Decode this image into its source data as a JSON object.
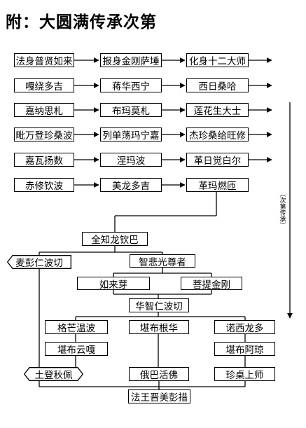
{
  "title": "附：大圆满传承次第",
  "side_label": "（次第传承）",
  "rows": [
    [
      "法身普贤如来",
      "报身金刚萨埵",
      "化身十二大师"
    ],
    [
      "嘎绕多吉",
      "蒋华西宁",
      "西日桑哈"
    ],
    [
      "嘉纳思札",
      "布玛莫札",
      "莲花生大士"
    ],
    [
      "毗万登珍桑波",
      "列单荡玛宁嘉",
      "杰珍桑给旺修"
    ],
    [
      "嘉瓦扬数",
      "涅玛波",
      "革日觉白尔"
    ],
    [
      "赤修钦波",
      "美龙多吉",
      "革玛燃匝"
    ]
  ],
  "tree": {
    "quanzhi": "全知龙钦巴",
    "maipeng": "麦彭仁波切",
    "zhibei": "智悲光尊者",
    "rulaiya": "如来芽",
    "puti": "菩提金刚",
    "huazhi": "华智仁波切",
    "gemang": "格芒温波",
    "kanbugenhua": "堪布根华",
    "nuoxi": "诺西龙多",
    "kanbuyunga": "堪布云嘎",
    "kanbuaqiong": "堪布阿琼",
    "tudeng": "土登秋佩",
    "ebatuofo": "俄巴活佛",
    "zhenzhuo": "珍桌上师",
    "fawang": "法王晋美彭措"
  }
}
